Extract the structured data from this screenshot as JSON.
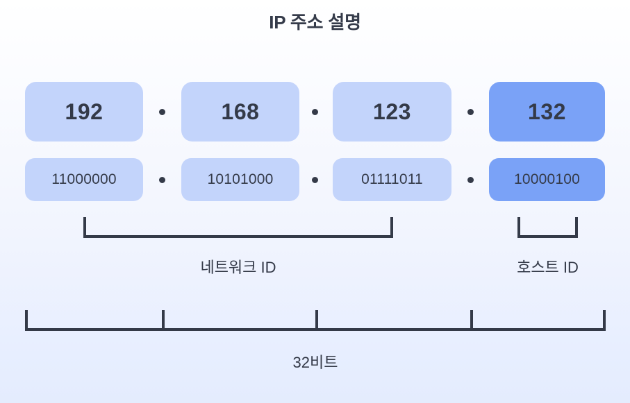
{
  "title": "IP 주소 설명",
  "colors": {
    "box_default": "#c3d4fb",
    "box_highlight": "#7aa2f7",
    "text": "#343a48",
    "bracket": "#343a48"
  },
  "octets": [
    {
      "decimal": "192",
      "binary": "11000000",
      "highlighted": false
    },
    {
      "decimal": "168",
      "binary": "10101000",
      "highlighted": false
    },
    {
      "decimal": "123",
      "binary": "01111011",
      "highlighted": false
    },
    {
      "decimal": "132",
      "binary": "10000100",
      "highlighted": true
    }
  ],
  "separators": [
    ".",
    ".",
    "."
  ],
  "brackets": {
    "network": {
      "label": "네트워크 ID",
      "spans_octets": [
        1,
        2,
        3
      ]
    },
    "host": {
      "label": "호스트 ID",
      "spans_octets": [
        4
      ]
    },
    "total_bits": {
      "label": "32비트",
      "segments": 4
    }
  }
}
